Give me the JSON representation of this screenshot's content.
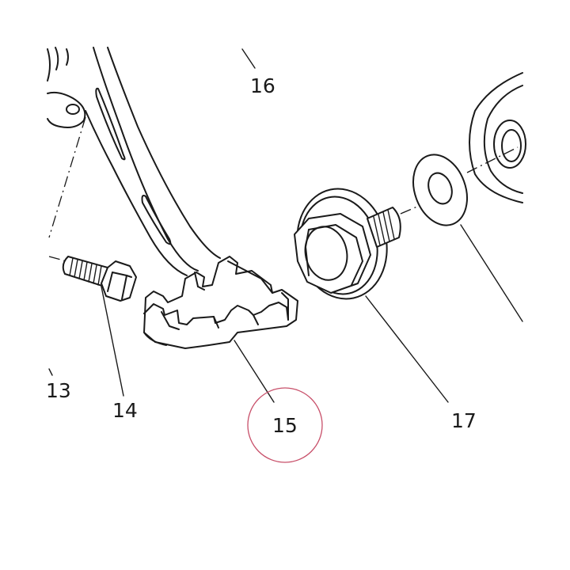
{
  "diagram": {
    "labels": {
      "p13": "13",
      "p14": "14",
      "p15": "15",
      "p16": "16",
      "p17": "17"
    },
    "highlight_color": "#c8506a",
    "line_color": "#1a1a1a"
  }
}
